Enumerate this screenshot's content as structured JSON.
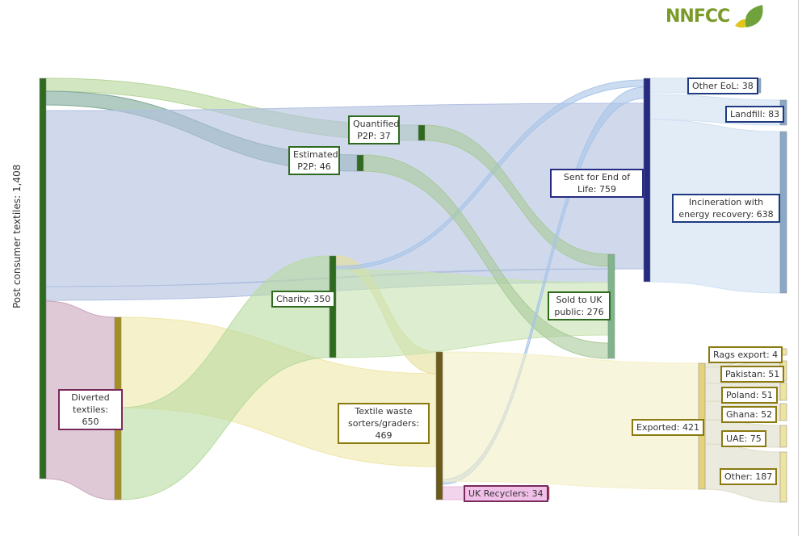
{
  "logo": {
    "text": "NNFCC"
  },
  "nodes": [
    {
      "id": "post",
      "label": "Post consumer textiles: 1,408",
      "value": 1408,
      "color": "#2e6b1f"
    },
    {
      "id": "diverted",
      "label": "Diverted textiles: 650",
      "value": 650,
      "color": "#a38f22"
    },
    {
      "id": "quantified",
      "label": "Quantified P2P: 37",
      "value": 37,
      "color": "#2e6b1f"
    },
    {
      "id": "estimated",
      "label": "Estimated P2P: 46",
      "value": 46,
      "color": "#2e6b1f"
    },
    {
      "id": "charity",
      "label": "Charity: 350",
      "value": 350,
      "color": "#2e6b1f"
    },
    {
      "id": "sorters",
      "label": "Textile waste sorters/graders: 469",
      "value": 469,
      "color": "#6b5a1a"
    },
    {
      "id": "recyclers",
      "label": "UK Recyclers: 34",
      "value": 34,
      "color": "#a03040"
    },
    {
      "id": "sold",
      "label": "Sold to UK public: 276",
      "value": 276,
      "color": "#7fb58a"
    },
    {
      "id": "eol",
      "label": "Sent for End of Life: 759",
      "value": 759,
      "color": "#262a80"
    },
    {
      "id": "othereol",
      "label": "Other EoL: 38",
      "value": 38,
      "color": "#8aa8c8"
    },
    {
      "id": "landfill",
      "label": "Landfill: 83",
      "value": 83,
      "color": "#8aa8c8"
    },
    {
      "id": "incin",
      "label": "Incineration with energy recovery: 638",
      "value": 638,
      "color": "#8aa8c8"
    },
    {
      "id": "exported",
      "label": "Exported: 421",
      "value": 421,
      "color": "#e6d27a"
    },
    {
      "id": "rags",
      "label": "Rags export: 4",
      "value": 4,
      "color": "#efe3a0"
    },
    {
      "id": "pakistan",
      "label": "Pakistan: 51",
      "value": 51,
      "color": "#efe3a0"
    },
    {
      "id": "poland",
      "label": "Poland: 51",
      "value": 51,
      "color": "#efe3a0"
    },
    {
      "id": "ghana",
      "label": "Ghana: 52",
      "value": 52,
      "color": "#efe3a0"
    },
    {
      "id": "uae",
      "label": "UAE: 75",
      "value": 75,
      "color": "#efe3a0"
    },
    {
      "id": "other",
      "label": "Other: 187",
      "value": 187,
      "color": "#efe3a0"
    }
  ],
  "links": [
    {
      "source": "post",
      "target": "quantified",
      "value": 37,
      "color": "#b5d69a"
    },
    {
      "source": "post",
      "target": "estimated",
      "value": 46,
      "color": "#7fa89a"
    },
    {
      "source": "post",
      "target": "eol",
      "value": 650,
      "color": "#b0bfe0"
    },
    {
      "source": "post",
      "target": "sold",
      "value": 25,
      "color": "#b0bfe0"
    },
    {
      "source": "post",
      "target": "diverted",
      "value": 650,
      "color": "#c9a5bd"
    },
    {
      "source": "diverted",
      "target": "sorters",
      "value": 300,
      "color": "#efe7a8"
    },
    {
      "source": "diverted",
      "target": "charity",
      "value": 350,
      "color": "#b8dba0"
    },
    {
      "source": "charity",
      "target": "sorters",
      "value": 70,
      "color": "#e6e09a"
    },
    {
      "source": "charity",
      "target": "eol",
      "value": 10,
      "color": "#a8c4e8"
    },
    {
      "source": "charity",
      "target": "sold",
      "value": 270,
      "color": "#c6e2b0"
    },
    {
      "source": "quantified",
      "target": "sold",
      "value": 37,
      "color": "#a9c99a"
    },
    {
      "source": "estimated",
      "target": "sold",
      "value": 46,
      "color": "#a9c99a"
    },
    {
      "source": "sorters",
      "target": "eol",
      "value": 14,
      "color": "#a8c4e8"
    },
    {
      "source": "sorters",
      "target": "exported",
      "value": 421,
      "color": "#f4eec6"
    },
    {
      "source": "sorters",
      "target": "recyclers",
      "value": 34,
      "color": "#eab8e0"
    },
    {
      "source": "eol",
      "target": "othereol",
      "value": 38,
      "color": "#cfe0f2"
    },
    {
      "source": "eol",
      "target": "landfill",
      "value": 83,
      "color": "#cfe0f2"
    },
    {
      "source": "eol",
      "target": "incin",
      "value": 638,
      "color": "#cfe0f2"
    },
    {
      "source": "exported",
      "target": "rags",
      "value": 4,
      "color": "#dedcc8"
    },
    {
      "source": "exported",
      "target": "pakistan",
      "value": 51,
      "color": "#dedcc8"
    },
    {
      "source": "exported",
      "target": "poland",
      "value": 51,
      "color": "#dedcc8"
    },
    {
      "source": "exported",
      "target": "ghana",
      "value": 52,
      "color": "#dedcc8"
    },
    {
      "source": "exported",
      "target": "uae",
      "value": 75,
      "color": "#dedcc8"
    },
    {
      "source": "exported",
      "target": "other",
      "value": 187,
      "color": "#dedcc8"
    }
  ]
}
